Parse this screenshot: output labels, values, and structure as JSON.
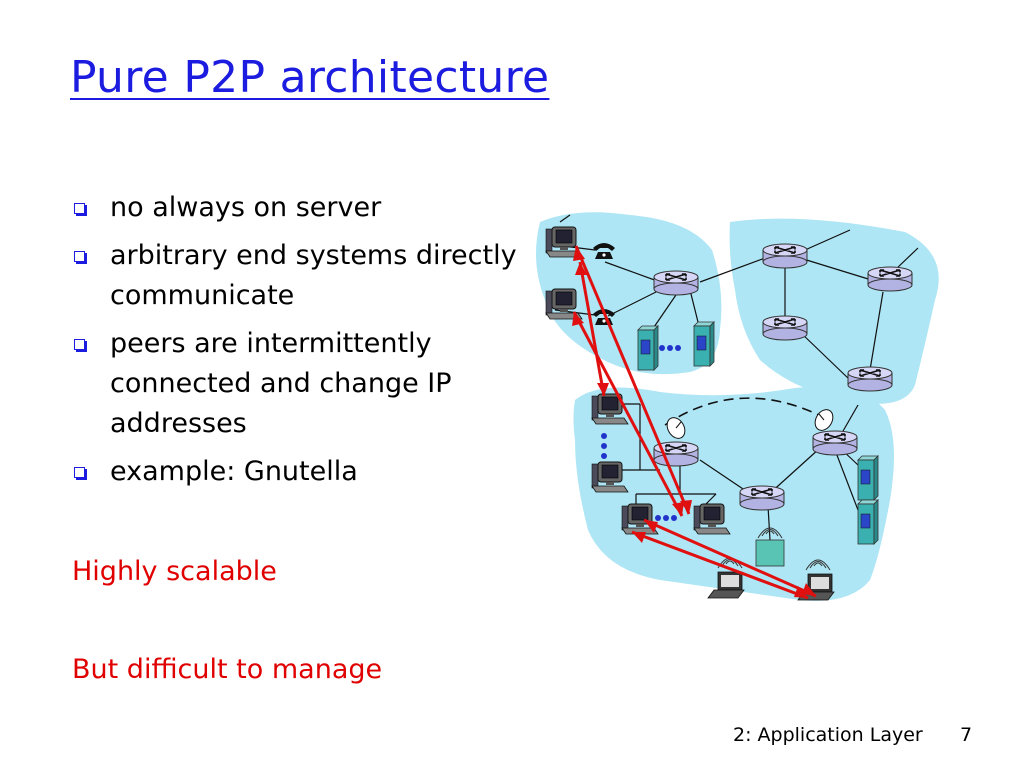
{
  "slide": {
    "title": "Pure P2P architecture",
    "bullets": [
      "no always on server",
      "arbitrary end systems directly communicate",
      "peers are intermittently connected and change IP addresses",
      "example: Gnutella"
    ],
    "note1": "Highly scalable",
    "note2": "But difficult to manage",
    "footer_label": "2: Application Layer",
    "page_number": "7"
  },
  "colors": {
    "title": "#1c1ce0",
    "note": "#e00000",
    "network_fill": "#aee6f5",
    "router_fill": "#c9c9ee",
    "link": "#e01010"
  },
  "icons": [
    "router-icon",
    "desktop-computer-icon",
    "telephone-icon",
    "server-rack-icon",
    "laptop-icon",
    "wireless-antenna-icon",
    "satellite-dish-icon",
    "ellipsis-dots-icon",
    "bullet-square-icon"
  ]
}
